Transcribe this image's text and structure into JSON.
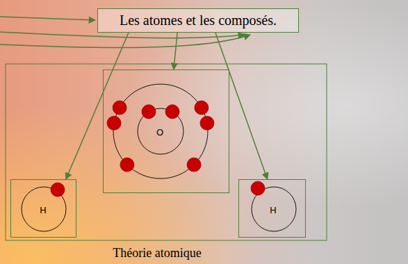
{
  "diagram": {
    "caption": "Théorie atomique",
    "nodes": [
      {
        "text": [
          "Les atomes et les composés."
        ]
      },
      {
        "text": [
          "H"
        ]
      },
      {
        "text": [
          "O"
        ]
      },
      {
        "text": [
          "H"
        ]
      }
    ],
    "edges": [
      {
        "from": 0,
        "to": 1,
        "arrow": "to"
      },
      {
        "from": 0,
        "to": 2,
        "arrow": "to"
      },
      {
        "from": 0,
        "to": 3,
        "arrow": "to"
      }
    ]
  }
}
